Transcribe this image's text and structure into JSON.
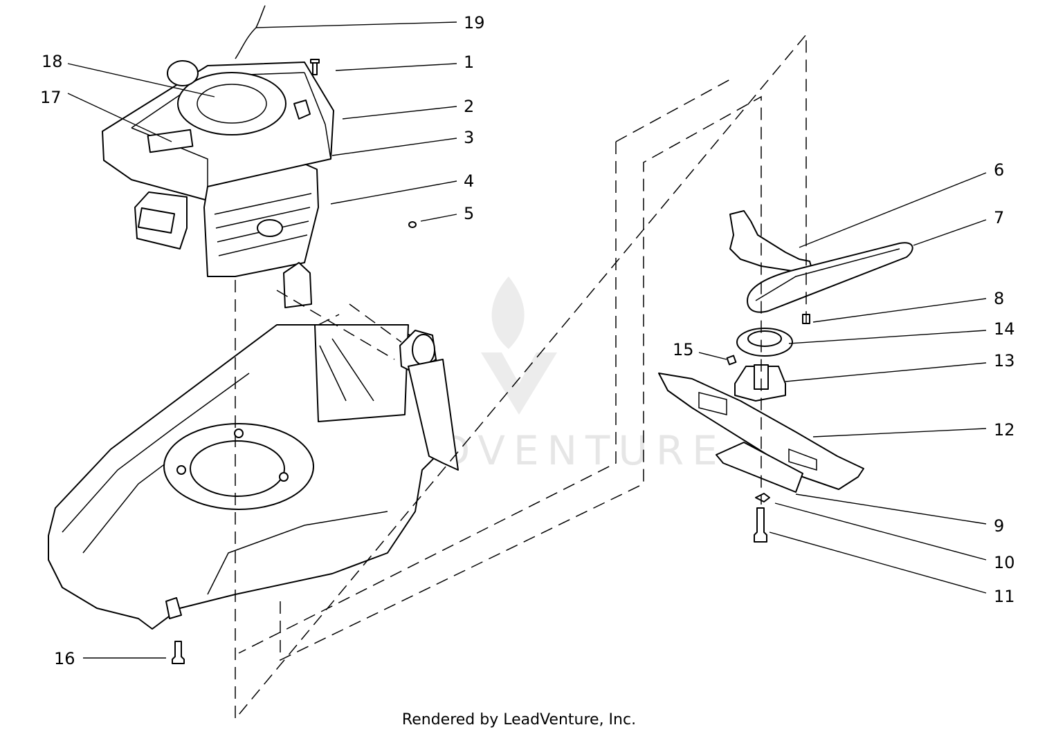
{
  "watermark": "LEADVENTURE",
  "footer": "Rendered by LeadVenture, Inc.",
  "callouts": [
    "1",
    "2",
    "3",
    "4",
    "5",
    "6",
    "7",
    "8",
    "9",
    "10",
    "11",
    "12",
    "13",
    "14",
    "15",
    "16",
    "17",
    "18",
    "19"
  ],
  "colors": {
    "line": "#000000",
    "watermark": "#e6e6e6",
    "background": "#ffffff"
  }
}
